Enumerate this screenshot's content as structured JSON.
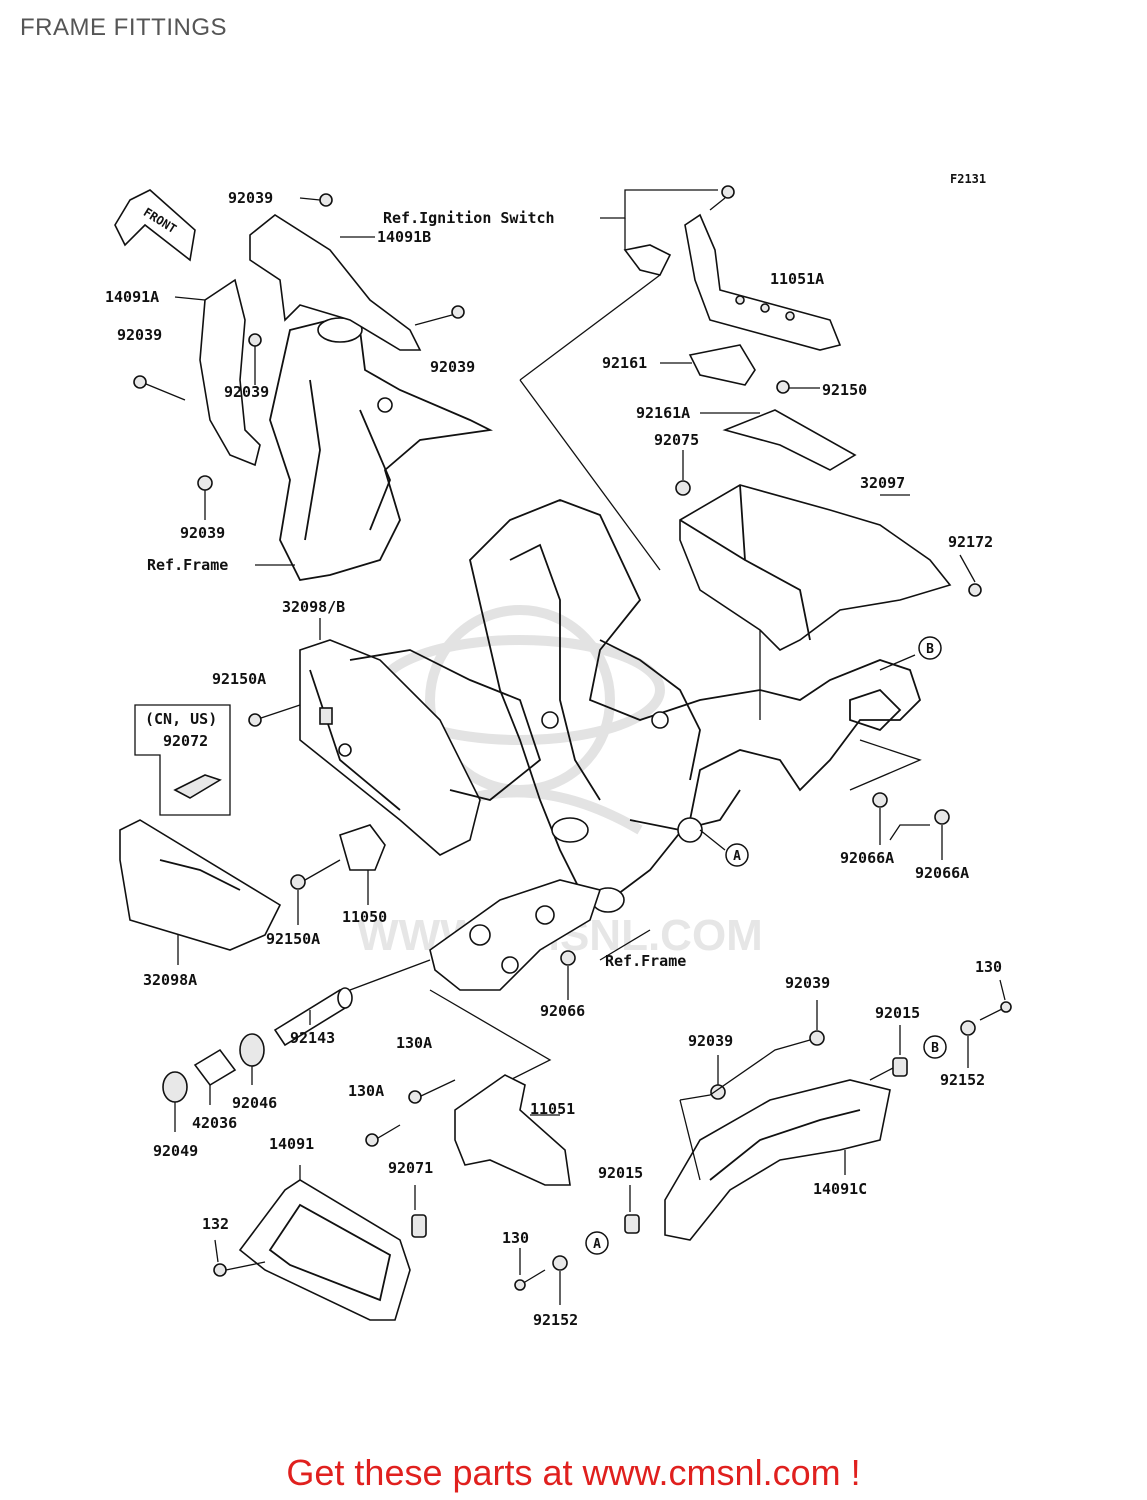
{
  "page": {
    "title": "FRAME FITTINGS",
    "footer": "Get these parts at www.cmsnl.com !"
  },
  "diagram": {
    "figure_code": "F2131",
    "front_arrow": "FRONT",
    "watermark": "WWW.CMSNL.COM",
    "ref_labels": {
      "ignition": "Ref.Ignition Switch",
      "frame_top": "Ref.Frame",
      "frame_bottom": "Ref.Frame"
    },
    "circle_refs": [
      "A",
      "B"
    ],
    "region_note": "(CN, US)",
    "part_numbers": {
      "p92039_a": "92039",
      "p14091B": "14091B",
      "p14091A": "14091A",
      "p92039_b": "92039",
      "p92039_c": "92039",
      "p92039_d": "92039",
      "p92039_e": "92039",
      "p11051A": "11051A",
      "p92161": "92161",
      "p92150": "92150",
      "p92161A": "92161A",
      "p92075": "92075",
      "p32097": "32097",
      "p92172": "92172",
      "p32098B": "32098/B",
      "p92150A_a": "92150A",
      "p92072": "92072",
      "p92066A_a": "92066A",
      "p92066A_b": "92066A",
      "p11050": "11050",
      "p92150A_b": "92150A",
      "p32098A": "32098A",
      "p92066": "92066",
      "p92039_f": "92039",
      "p130_a": "130",
      "p92015_a": "92015",
      "p92152_a": "92152",
      "p92039_g": "92039",
      "p92143": "92143",
      "p130A_a": "130A",
      "p130A_b": "130A",
      "p11051": "11051",
      "p92046": "92046",
      "p42036": "42036",
      "p92049": "92049",
      "p14091": "14091",
      "p92071": "92071",
      "p92015_b": "92015",
      "p14091C": "14091C",
      "p132": "132",
      "p130_b": "130",
      "p92152_b": "92152"
    }
  }
}
